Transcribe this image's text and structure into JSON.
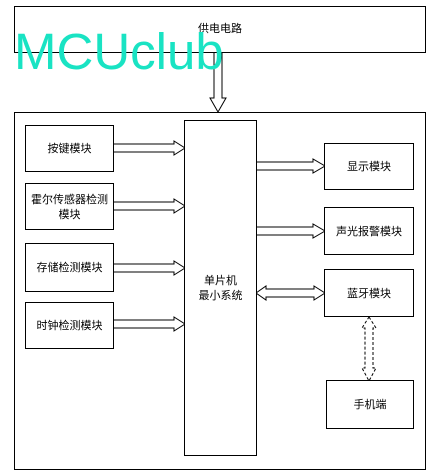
{
  "diagram": {
    "power": "供电电路",
    "watermark": "MCUclub",
    "mcu": [
      "单片机",
      "最小系统"
    ],
    "inputs": {
      "keys": "按键模块",
      "hall": [
        "霍尔传感器检测",
        "模块"
      ],
      "storage": "存储检测模块",
      "clock": "时钟检测模块"
    },
    "outputs": {
      "display": "显示模块",
      "alarm": "声光报警模块",
      "bluetooth": "蓝牙模块"
    },
    "phone": "手机端"
  }
}
